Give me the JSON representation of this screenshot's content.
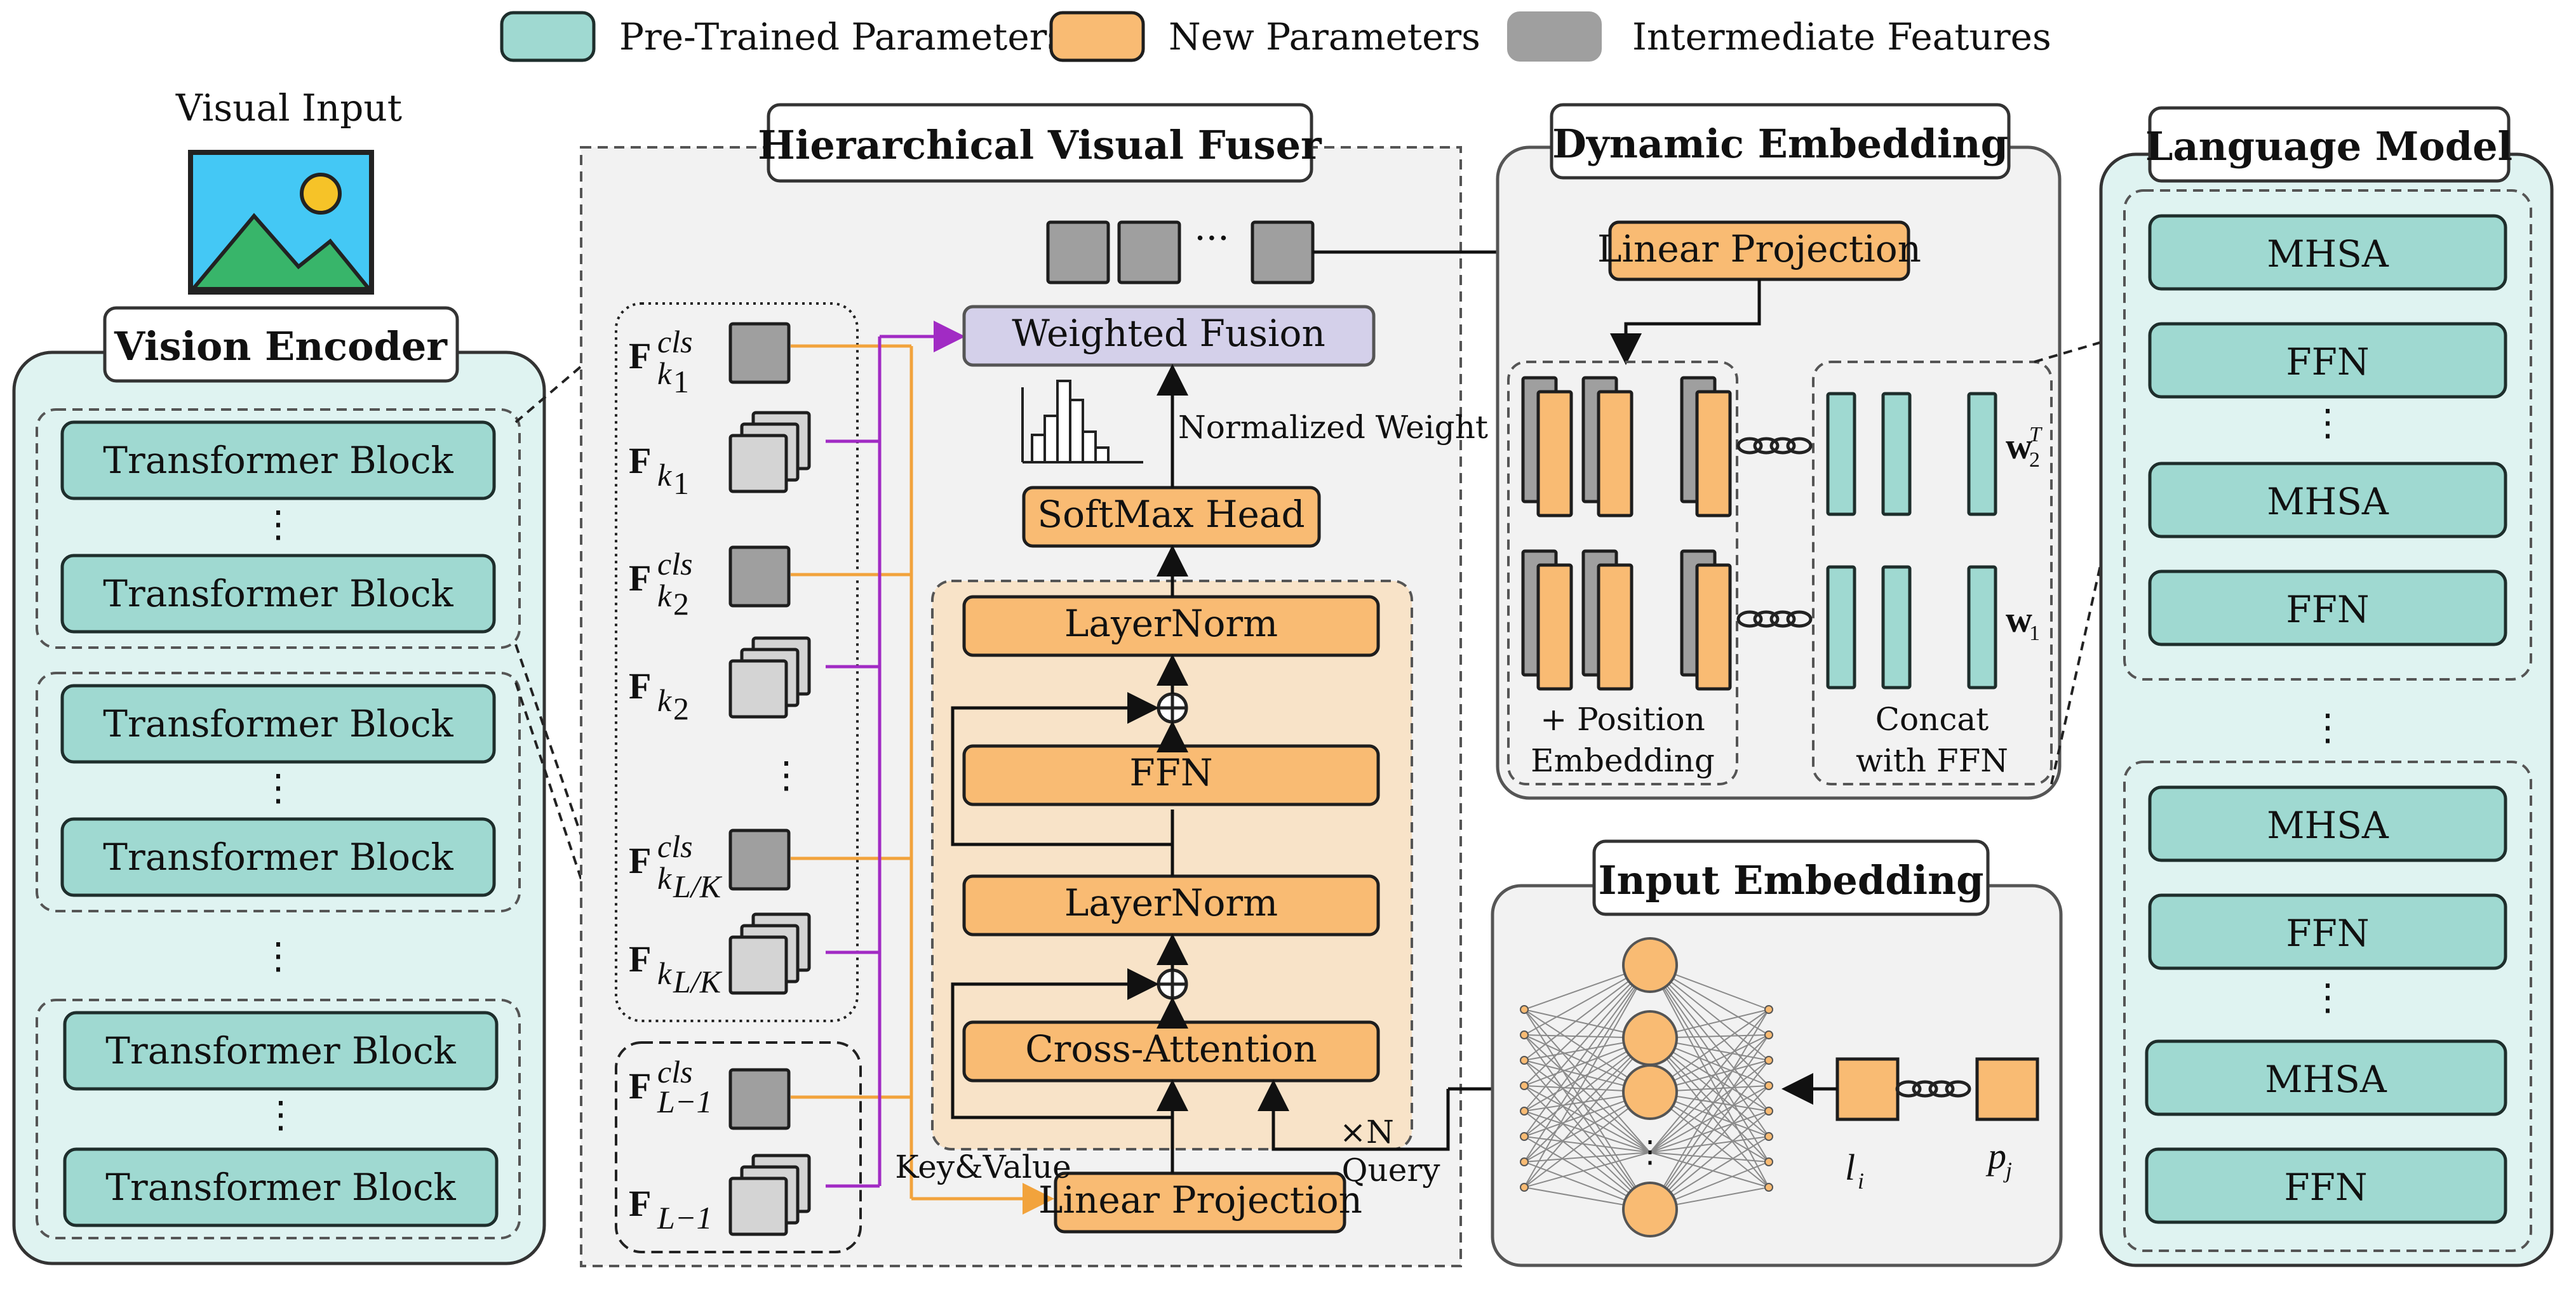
{
  "legend": {
    "pretrained": "Pre-Trained Parameters",
    "new": "New Parameters",
    "intermediate": "Intermediate Features"
  },
  "visual_input": {
    "label": "Visual Input"
  },
  "vision_encoder": {
    "title": "Vision Encoder",
    "blocks": [
      "Transformer Block",
      "Transformer Block",
      "Transformer Block",
      "Transformer Block",
      "Transformer Block",
      "Transformer Block"
    ]
  },
  "fuser": {
    "title": "Hierarchical Visual Fuser",
    "weighted_fusion": "Weighted Fusion",
    "normalized_weight": "Normalized Weight",
    "softmax_head": "SoftMax Head",
    "layernorm_top": "LayerNorm",
    "ffn": "FFN",
    "layernorm_bottom": "LayerNorm",
    "cross_attention": "Cross-Attention",
    "repeat": "×N",
    "linear_projection": "Linear Projection",
    "key_value": "Key&Value",
    "query": "Query",
    "ellipsis": "···"
  },
  "features": {
    "f": "F",
    "cls": "cls",
    "k1": "k",
    "sub1": "1",
    "sub2": "2",
    "subLK": "L/K",
    "subL1": "L−1"
  },
  "dynamic_embedding": {
    "title": "Dynamic Embedding",
    "linear_projection": "Linear Projection",
    "position_line1": "+ Position",
    "position_line2": "Embedding",
    "concat_line1": "Concat",
    "concat_line2": "with FFN",
    "w2": "w",
    "w2_sup": "T",
    "w2_sub": "2",
    "w1": "w",
    "w1_sub": "1"
  },
  "input_embedding": {
    "title": "Input Embedding",
    "l": "l",
    "l_sub": "i",
    "p": "p",
    "p_sub": "j"
  },
  "language_model": {
    "title": "Language Model",
    "blocks": [
      "MHSA",
      "FFN",
      "MHSA",
      "FFN",
      "MHSA",
      "FFN",
      "MHSA",
      "FFN"
    ]
  },
  "colors": {
    "pretrained": "#9fd9d1",
    "new": "#f9bb73",
    "intermediate": "#9f9f9f",
    "fusion": "#d4d0ea",
    "key_value_arrow": "#f2a33c",
    "feature_arrow": "#a12bc4"
  }
}
